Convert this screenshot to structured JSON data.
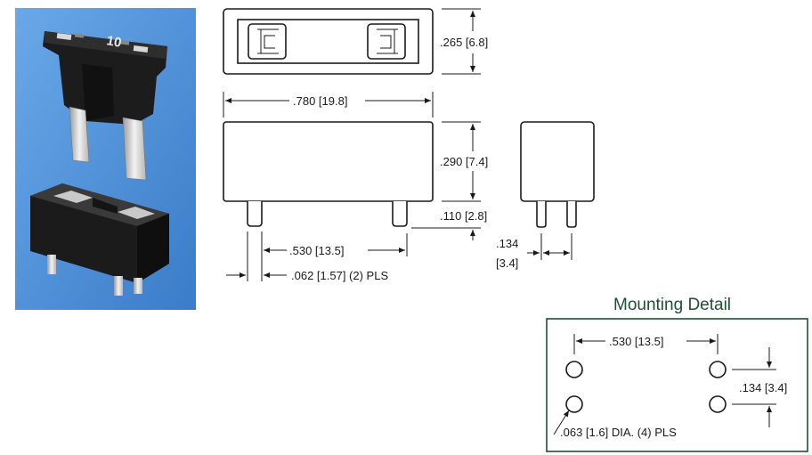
{
  "top_view": {
    "height_dim": ".265 [6.8]"
  },
  "front_view": {
    "width_dim": ".780 [19.8]",
    "body_height_dim": ".290 [7.4]",
    "pin_length_dim": ".110 [2.8]",
    "pin_spacing_dim": ".530 [13.5]",
    "pin_width_dim": ".062 [1.57] (2) PLS"
  },
  "side_view": {
    "pin_spacing_line1": ".134",
    "pin_spacing_line2": "[3.4]"
  },
  "mounting_detail": {
    "title": "Mounting Detail",
    "horizontal_dim": ".530 [13.5]",
    "vertical_dim": ".134 [3.4]",
    "hole_note": ".063 [1.6] DIA. (4) PLS"
  },
  "photo": {
    "fuse_marking": "10"
  },
  "colors": {
    "photo_background": "#4a8fd8",
    "box_border": "#1f4f33",
    "title": "#1f4f33"
  }
}
